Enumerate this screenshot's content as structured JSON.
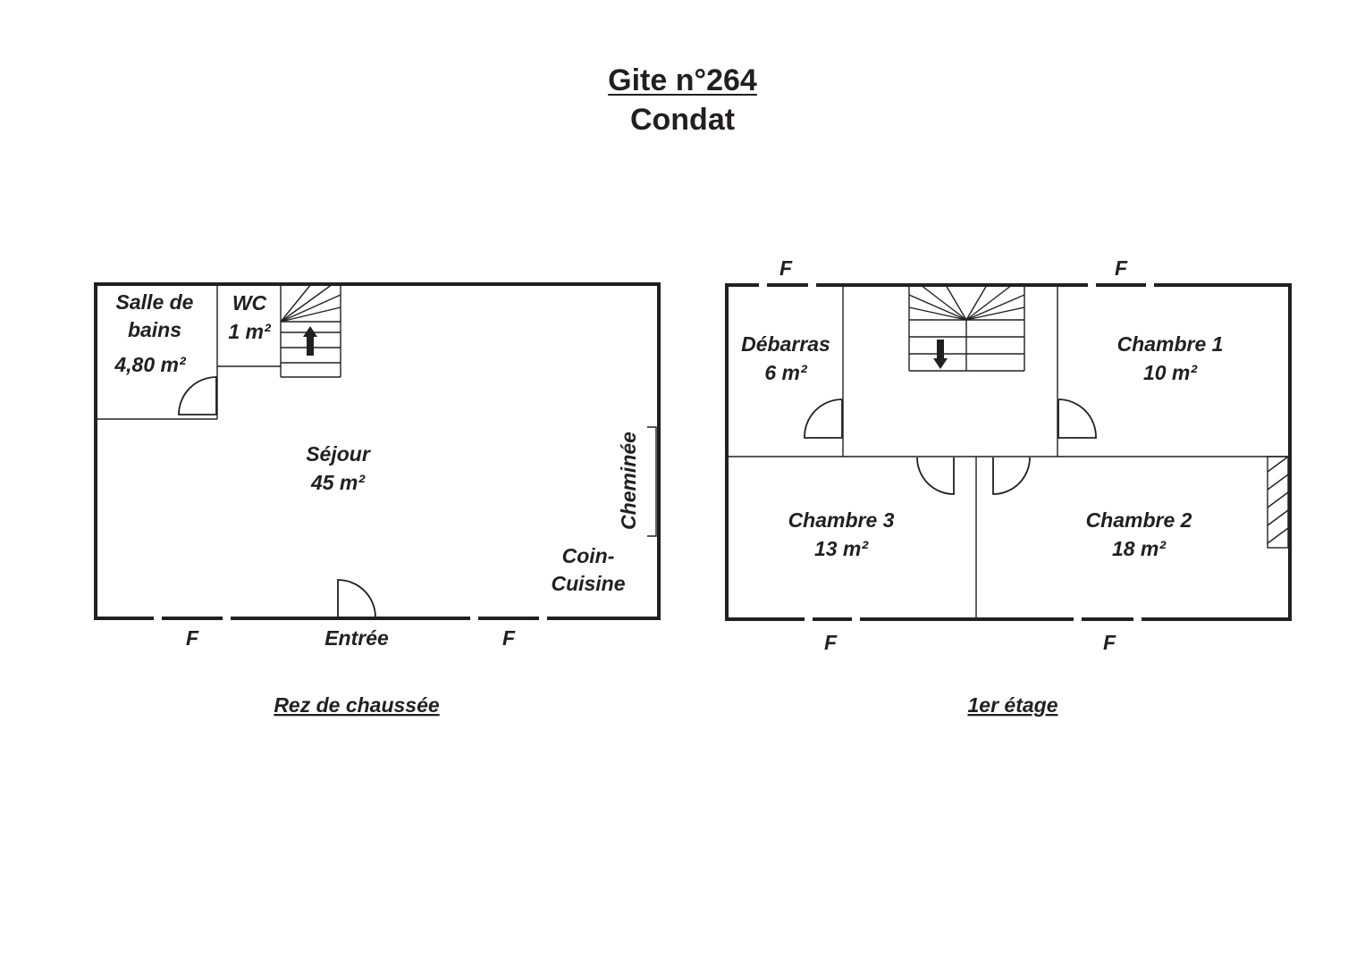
{
  "header": {
    "title": "Gite n°264",
    "subtitle": "Condat"
  },
  "ground_floor": {
    "caption": "Rez de chaussée",
    "rooms": {
      "bathroom": {
        "name_line1": "Salle de",
        "name_line2": "bains",
        "area": "4,80 m²"
      },
      "wc": {
        "name": "WC",
        "area": "1 m²"
      },
      "living": {
        "name": "Séjour",
        "area": "45 m²"
      },
      "kitchen": {
        "name_line1": "Coin-",
        "name_line2": "Cuisine"
      }
    },
    "fireplace": "Cheminée",
    "entrance": "Entrée",
    "window_label": "F"
  },
  "first_floor": {
    "caption": "1er étage",
    "rooms": {
      "storage": {
        "name": "Débarras",
        "area": "6 m²"
      },
      "bedroom1": {
        "name": "Chambre 1",
        "area": "10 m²"
      },
      "bedroom2": {
        "name": "Chambre 2",
        "area": "18 m²"
      },
      "bedroom3": {
        "name": "Chambre 3",
        "area": "13 m²"
      }
    },
    "window_label": "F"
  }
}
